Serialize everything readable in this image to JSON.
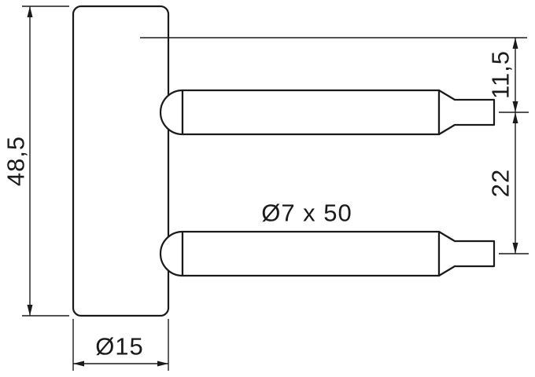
{
  "drawing": {
    "dimensions": {
      "body_height": "48,5",
      "body_diameter": "Ø15",
      "pin_spec": "Ø7 x 50",
      "top_offset": "11,5",
      "pin_spacing": "22"
    },
    "colors": {
      "line": "#1a1a1a",
      "background": "#ffffff"
    }
  }
}
